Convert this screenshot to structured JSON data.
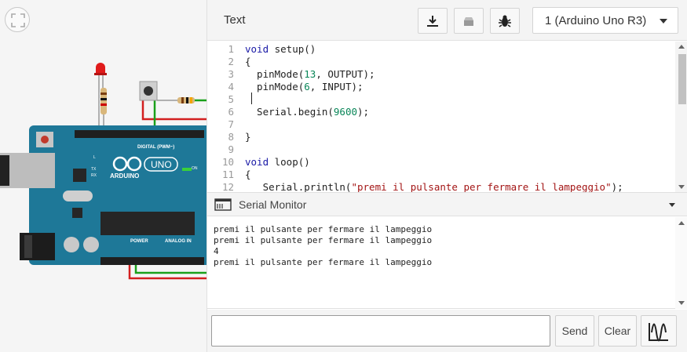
{
  "canvas": {
    "board_labels": {
      "arduino": "ARDUINO",
      "uno": "UNO",
      "digital": "DIGITAL (PWM~)",
      "power": "POWER",
      "analog": "ANALOG IN",
      "on": "ON",
      "tx": "TX",
      "rx": "RX",
      "l": "L"
    }
  },
  "toolbar": {
    "mode_label": "Text",
    "device": "1 (Arduino Uno R3)",
    "download_icon": "download-icon",
    "upload_icon": "upload-icon",
    "debug_icon": "bug-icon"
  },
  "editor": {
    "line_numbers": [
      "1",
      "2",
      "3",
      "4",
      "5",
      "6",
      "7",
      "8",
      "9",
      "10",
      "11",
      "12"
    ],
    "lines": {
      "l1_kw": "void",
      "l1_rest": " setup()",
      "l2": "{",
      "l3_a": "  pinMode(",
      "l3_num": "13",
      "l3_b": ", OUTPUT);",
      "l4_a": "  pinMode(",
      "l4_num": "6",
      "l4_b": ", INPUT);",
      "l6_a": "  Serial.begin(",
      "l6_num": "9600",
      "l6_b": ");",
      "l8": "}",
      "l10_kw": "void",
      "l10_rest": " loop()",
      "l11": "{",
      "l12_a": "   Serial.println(",
      "l12_str": "\"premi il pulsante per fermare il lampeggio\"",
      "l12_b": ");"
    }
  },
  "serial": {
    "title": "Serial Monitor",
    "output": [
      "premi il pulsante per fermare il lampeggio",
      "premi il pulsante per fermare il lampeggio",
      "4",
      "premi il pulsante per fermare il lampeggio"
    ],
    "input_value": "",
    "send_label": "Send",
    "clear_label": "Clear"
  }
}
